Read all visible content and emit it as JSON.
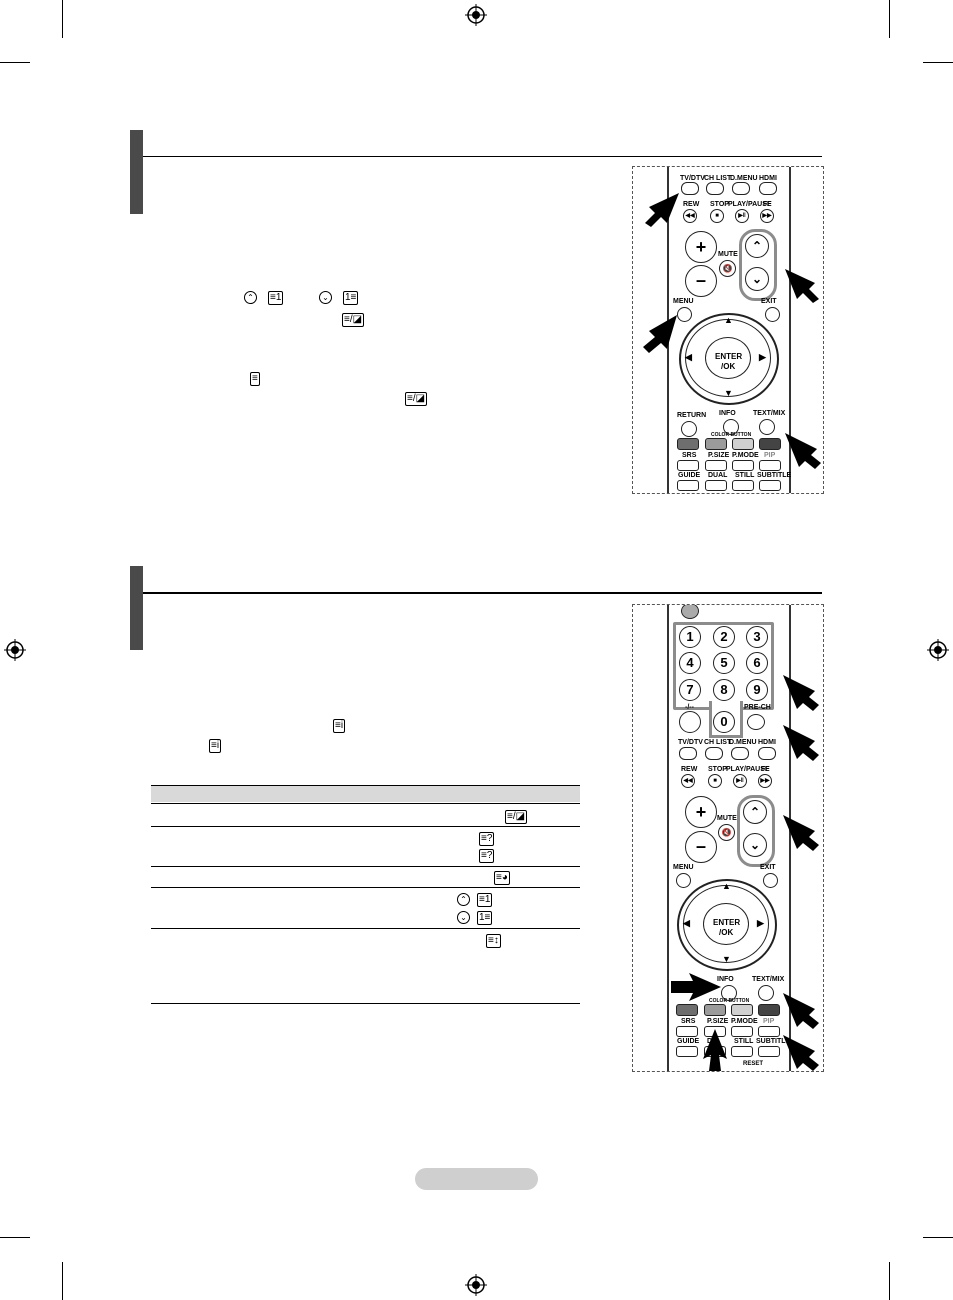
{
  "page": {
    "section1": {
      "title": ""
    },
    "section2": {
      "title": ""
    },
    "table": {
      "rows": 6
    }
  },
  "remote_top": {
    "labels": {
      "tvdtv": "TV/DTV",
      "chlist": "CH LIST",
      "dmenu": "D.MENU",
      "hdmi": "HDMI",
      "rew": "REW",
      "stop": "STOP",
      "playpause": "PLAY/PAUSE",
      "ff": "FF",
      "mute": "MUTE",
      "menu": "MENU",
      "exit": "EXIT",
      "enter": "ENTER",
      "ok": "/OK",
      "return": "RETURN",
      "info": "INFO",
      "textmix": "TEXT/MIX",
      "colorbutton": "COLOR BUTTON",
      "srs": "SRS",
      "psize": "P.SIZE",
      "pmode": "P.MODE",
      "pip": "PIP",
      "guide": "GUIDE",
      "dual": "DUAL",
      "still": "STILL",
      "subtitle": "SUBTITLE",
      "plus": "+",
      "minus": "–"
    }
  },
  "remote_bottom": {
    "digits": [
      "1",
      "2",
      "3",
      "4",
      "5",
      "6",
      "7",
      "8",
      "9",
      "0"
    ],
    "labels": {
      "dash": "-/--",
      "prech": "PRE-CH",
      "tvdtv": "TV/DTV",
      "chlist": "CH LIST",
      "dmenu": "D.MENU",
      "hdmi": "HDMI",
      "rew": "REW",
      "stop": "STOP",
      "playpause": "PLAY/PAUSE",
      "ff": "FF",
      "mute": "MUTE",
      "menu": "MENU",
      "exit": "EXIT",
      "enter": "ENTER",
      "ok": "/OK",
      "info": "INFO",
      "textmix": "TEXT/MIX",
      "colorbutton": "COLOR BUTTON",
      "srs": "SRS",
      "psize": "P.SIZE",
      "pmode": "P.MODE",
      "pip": "PIP",
      "guide": "GUIDE",
      "dual": "DU",
      "still": "STILL",
      "subtitle": "SUBTITL",
      "reset": "RESET",
      "plus": "+",
      "minus": "–"
    }
  },
  "glyphs": {
    "teletext_page_up": "≡1",
    "teletext_page_down": "1≡",
    "teletext_mix": "≡/◪",
    "teletext_mode": "≡",
    "reveal": "≡?",
    "hold": "≡◕",
    "index": "≡i",
    "store": "≡↕"
  }
}
